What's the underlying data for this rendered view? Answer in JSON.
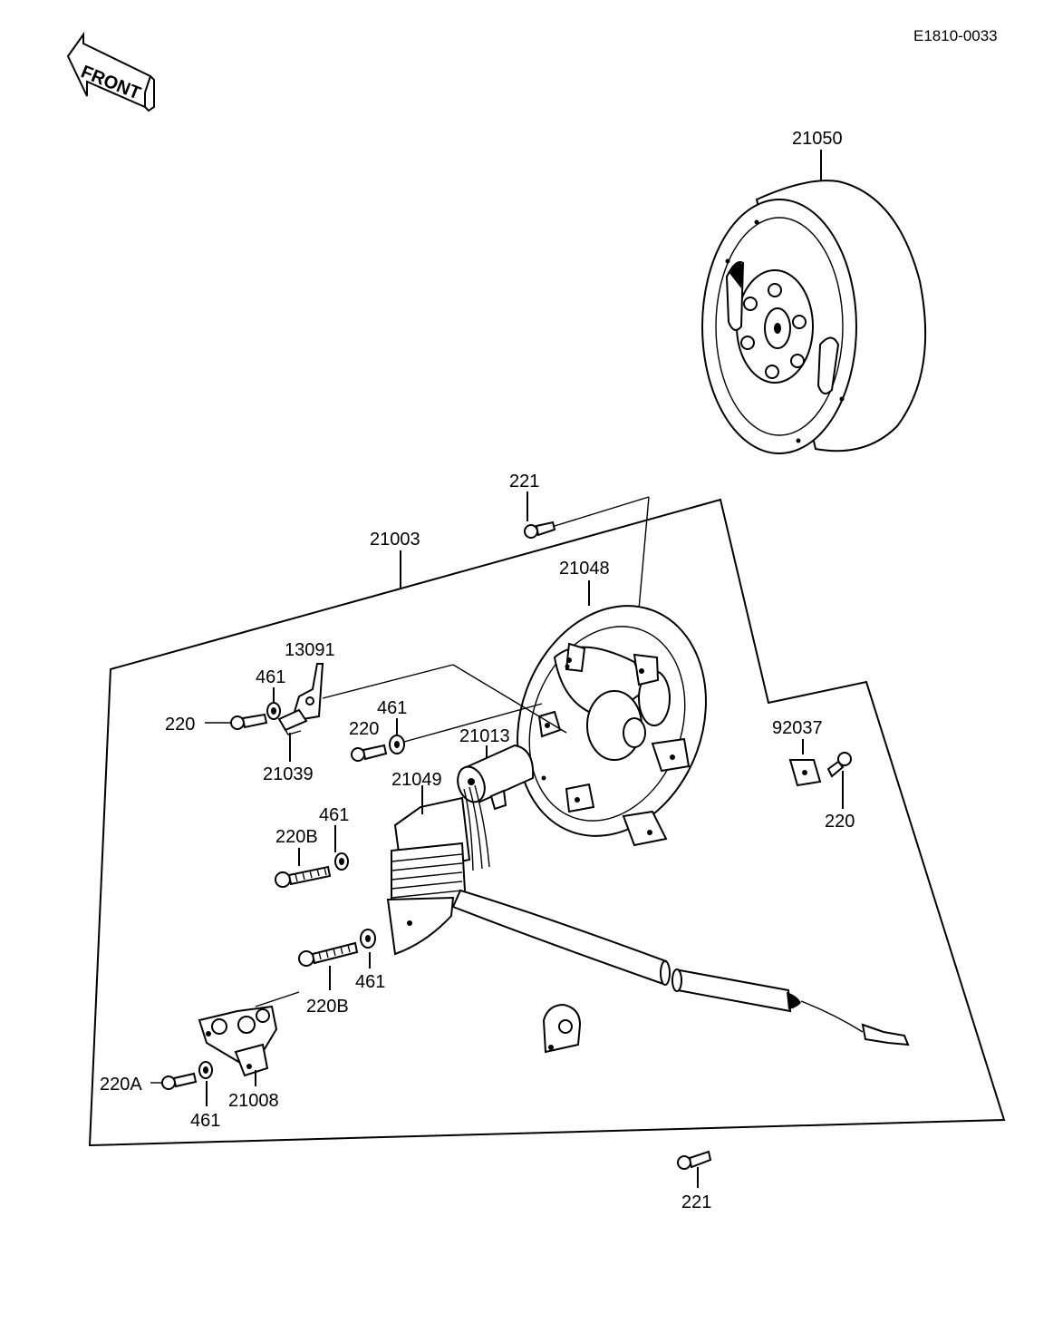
{
  "ref_code": "E1810-0033",
  "front_label": "FRONT",
  "callouts": {
    "p21050": "21050",
    "p221_top": "221",
    "p21003": "21003",
    "p21048": "21048",
    "p13091": "13091",
    "p461_a": "461",
    "p220_a": "220",
    "p21039": "21039",
    "p461_b": "461",
    "p220_b": "220",
    "p21013": "21013",
    "p21049": "21049",
    "p92037": "92037",
    "p220_c": "220",
    "p461_c": "461",
    "p220B_a": "220B",
    "p461_d": "461",
    "p220B_b": "220B",
    "p220A": "220A",
    "p461_e": "461",
    "p21008": "21008",
    "p221_bottom": "221"
  }
}
